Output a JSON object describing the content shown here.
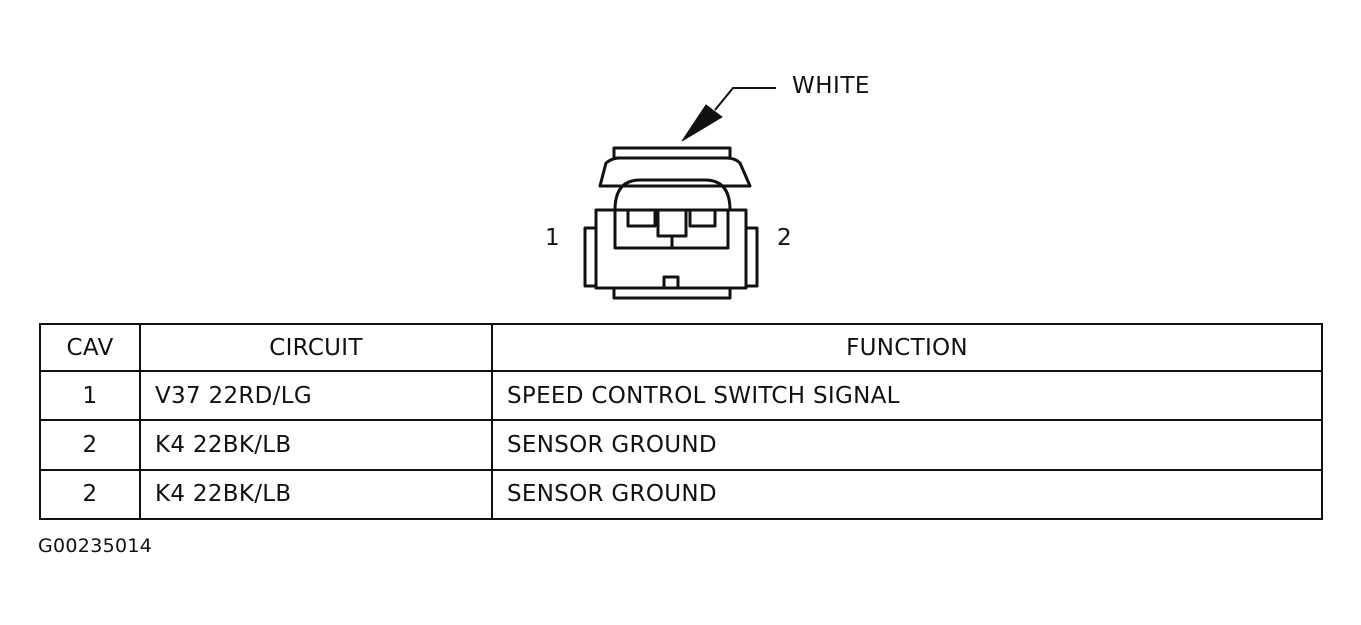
{
  "connector": {
    "color_label": "WHITE",
    "pin_labels": [
      "1",
      "2"
    ]
  },
  "table": {
    "headers": [
      "CAV",
      "CIRCUIT",
      "FUNCTION"
    ],
    "rows": [
      {
        "cav": "1",
        "circuit": "V37 22RD/LG",
        "function": "SPEED CONTROL SWITCH SIGNAL"
      },
      {
        "cav": "2",
        "circuit": "K4 22BK/LB",
        "function": "SENSOR GROUND"
      },
      {
        "cav": "2",
        "circuit": "K4 22BK/LB",
        "function": "SENSOR GROUND"
      }
    ]
  },
  "figure_id": "G00235014"
}
